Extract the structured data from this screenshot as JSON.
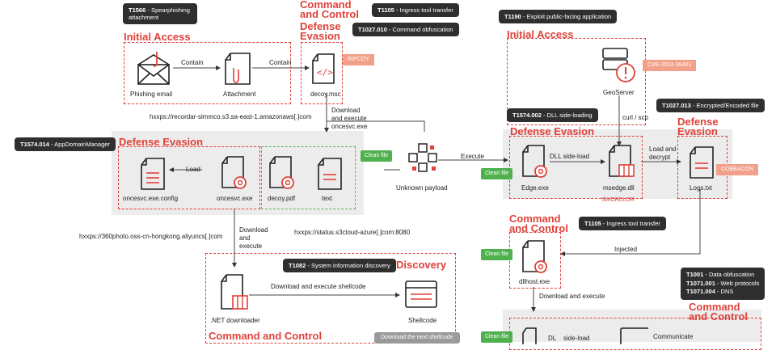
{
  "tags": {
    "t1566": {
      "id": "T1566",
      "text": "Spearphishing attachment"
    },
    "t1105a": {
      "id": "T1105",
      "text": "Ingress tool transfer"
    },
    "t1027_010": {
      "id": "T1027.010",
      "text": "Command obfuscation"
    },
    "t1190": {
      "id": "T1190",
      "text": "Exploit public-facing application"
    },
    "t1574_014": {
      "id": "T1574.014",
      "text": "AppDomainManager"
    },
    "t1574_002": {
      "id": "T1574.002",
      "text": "DLL side-loading"
    },
    "t1027_013": {
      "id": "T1027.013",
      "text": "Encrypted/Encoded file"
    },
    "t1082": {
      "id": "T1082",
      "text": "System information discovery"
    },
    "t1105b": {
      "id": "T1105",
      "text": "Ingress tool transfer"
    },
    "t1001": {
      "id": "T1001",
      "text": "Data obfuscation"
    },
    "t1071_001": {
      "id": "T1071.001",
      "text": "Web protocols"
    },
    "t1071_004": {
      "id": "T1071.004",
      "text": "DNS"
    }
  },
  "phases": {
    "initial_access_left": "Initial Access",
    "cnc_top_1": "Command",
    "cnc_top_2": "and Control",
    "defense_top_1": "Defense",
    "defense_top_2": "Evasion",
    "defense_left": "Defense Evasion",
    "initial_access_right": "Initial Access",
    "defense_mid": "Defense Evasion",
    "defense_right_1": "Defense",
    "defense_right_2": "Evasion",
    "discovery": "Discovery",
    "cnc_mid_1": "Command",
    "cnc_mid_2": "and Control",
    "cnc_bottom_left": "Command and Control",
    "cnc_bottom_right_1": "Command",
    "cnc_bottom_right_2": "and Control"
  },
  "nodes": {
    "phishing_email": "Phishing email",
    "attachment": "Attachment",
    "decoy_msc": "decoy.msc",
    "oncesvc_config": "oncesvc.exe.config",
    "oncesvc_exe": "oncesvc.exe",
    "decoy_pdf": "decoy.pdf",
    "text": "text",
    "unknown_payload": "Unknown payload",
    "geoserver": "GeoServer",
    "edge_exe": "Edge.exe",
    "msedge_dll": "msedge.dll",
    "logs_txt": "Logs.txt",
    "dllhost_exe": "dllhost.exe",
    "net_downloader": ".NET downloader",
    "shellcode": "Shellcode",
    "dl_partial": "DL",
    "communicate_partial": "Communicate"
  },
  "edges": {
    "contain1": "Contain",
    "contain2": "Contain",
    "download_execute_1": "Download",
    "download_execute_2": "and execute",
    "download_execute_3": "oncesvc.exe",
    "load": "Load",
    "execute": "Execute",
    "dll_sideload": "DLL side-load",
    "curl_scp": "curl / scp",
    "load_decrypt_1": "Load and",
    "load_decrypt_2": "decrypt",
    "download_and_1": "Download",
    "download_and_2": "and",
    "download_and_3": "execute",
    "download_shellcode": "Download and execute shellcode",
    "injected": "Injected",
    "download_execute_mid": "Download and execute",
    "sideload_partial": "side-load"
  },
  "urls": {
    "recordar": "hxxps://recordar-simmco.s3.sa-east-1.amazonaws[.]com",
    "photo": "hxxps://360photo.oss-cn-hongkong.aliyuncs[.]com",
    "status": "hxxps://status.s3cloud-azure[.]com:8080"
  },
  "badges": {
    "ripcoy": "RIPCOY",
    "cve": "CVE-2024-36401",
    "cobeacon": "COBEACON",
    "sworldr": "SWORDLDR",
    "clean1": "Clean file",
    "clean2": "Clean file",
    "clean3": "Clean file",
    "clean4": "Clean file",
    "download_next": "Download the next shellcode"
  },
  "colors": {
    "accent_red": "#e0413a",
    "tag_dark": "#2f2f2f",
    "clean_green": "#4fb04e",
    "salmon": "#f2a08a",
    "panel_gray": "#ececec"
  }
}
